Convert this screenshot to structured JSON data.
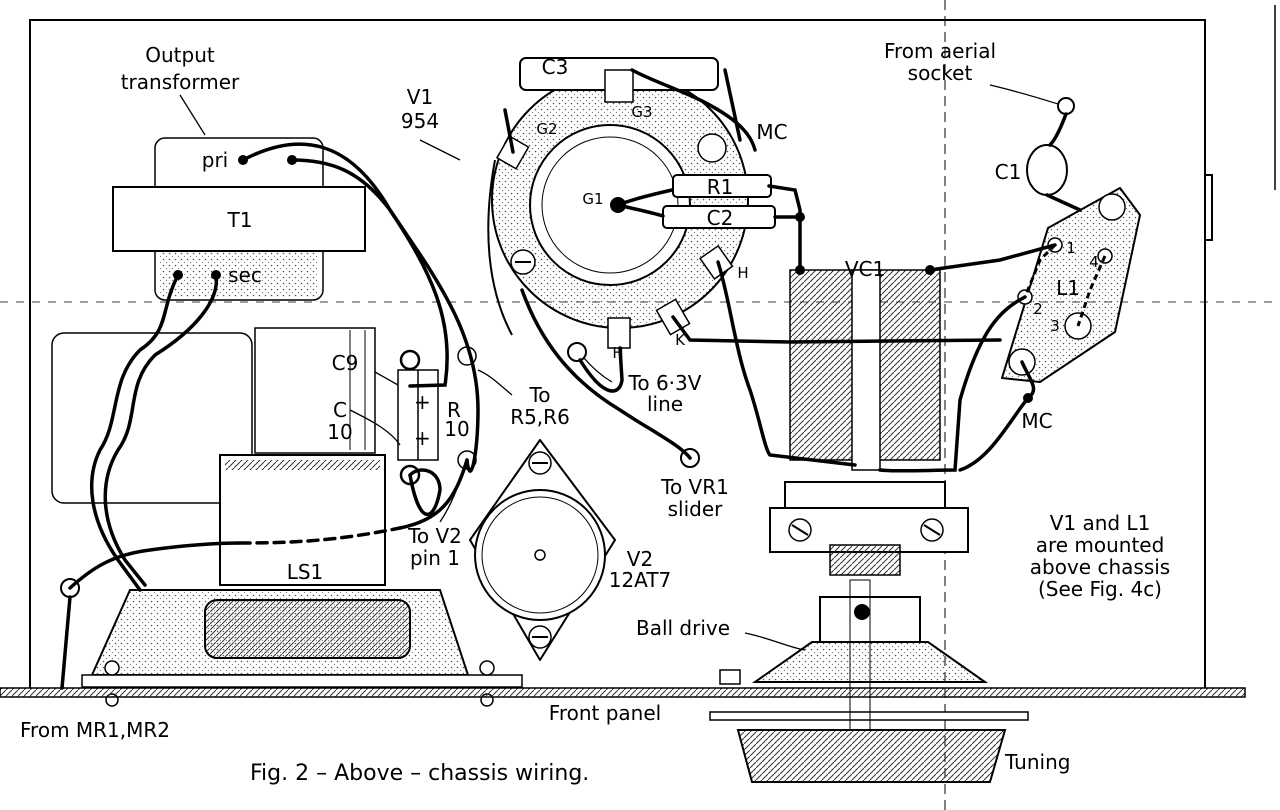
{
  "labels": {
    "output_transformer": [
      "Output",
      "transformer"
    ],
    "pri": "pri",
    "sec": "sec",
    "t1": "T1",
    "v1": [
      "V1",
      "954"
    ],
    "c3": "C3",
    "g3": "G3",
    "g2": "G2",
    "g1": "G1",
    "mc_top": "MC",
    "r1": "R1",
    "c2": "C2",
    "h_right": "H",
    "h_bottom": "H",
    "k": "K",
    "vc1": "VC1",
    "from_aerial": [
      "From aerial",
      "socket"
    ],
    "c1": "C1",
    "l1": "L1",
    "l1_pins": [
      "1",
      "2",
      "3",
      "4"
    ],
    "mc_bottom": "MC",
    "c9": "C9",
    "c10": [
      "C",
      "10"
    ],
    "r10": [
      "R",
      "10"
    ],
    "plus_signs": [
      "+",
      "+"
    ],
    "to_r5_r6": [
      "To",
      "R5,R6"
    ],
    "to_63v": [
      "To 6·3V",
      "line"
    ],
    "to_vr1": [
      "To VR1",
      "slider"
    ],
    "to_v2_pin1": [
      "To V2",
      "pin 1"
    ],
    "ls1": "LS1",
    "v2": [
      "V2",
      "12AT7"
    ],
    "ball_drive": "Ball drive",
    "mounted_note": [
      "V1 and L1",
      "are mounted",
      "above chassis",
      "(See Fig. 4c)"
    ],
    "from_mr": "From MR1,MR2",
    "front_panel": "Front panel",
    "tuning": "Tuning",
    "caption": "Fig. 2 – Above – chassis wiring."
  }
}
